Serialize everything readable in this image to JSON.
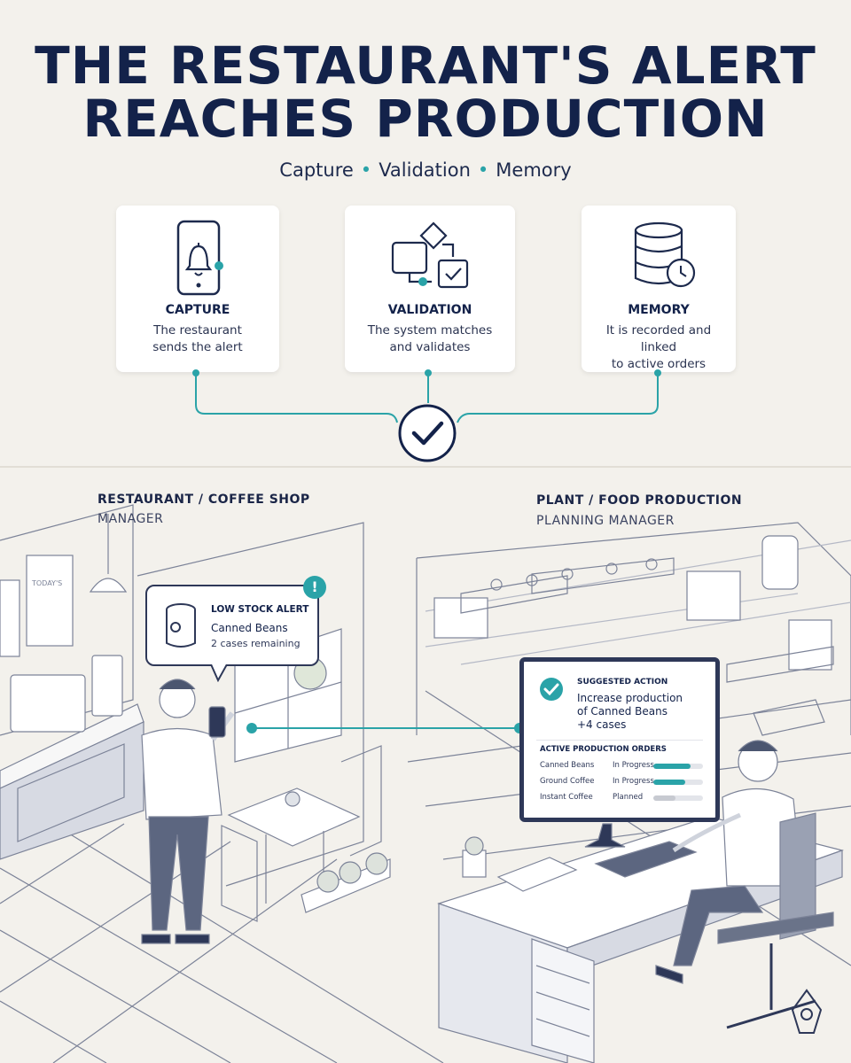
{
  "header": {
    "title_line1": "THE RESTAURANT'S ALERT",
    "title_line2": "REACHES PRODUCTION",
    "steps": [
      "Capture",
      "Validation",
      "Memory"
    ]
  },
  "cards": [
    {
      "title": "CAPTURE",
      "line1": "The restaurant",
      "line2": "sends the alert",
      "icon": "phone-bell-icon"
    },
    {
      "title": "VALIDATION",
      "line1": "The system matches",
      "line2": "and validates",
      "icon": "flow-check-icon"
    },
    {
      "title": "MEMORY",
      "line1": "It is recorded and linked",
      "line2": "to active orders",
      "icon": "database-clock-icon"
    }
  ],
  "restaurant": {
    "title": "RESTAURANT / COFFEE SHOP",
    "role": "MANAGER",
    "board_text": "TODAY'S",
    "alert": {
      "heading": "LOW STOCK ALERT",
      "item": "Canned Beans",
      "remaining": "2 cases remaining",
      "badge": "!"
    }
  },
  "plant": {
    "title": "PLANT / FOOD PRODUCTION",
    "role": "PLANNING MANAGER",
    "suggested": {
      "heading": "SUGGESTED ACTION",
      "line1": "Increase production",
      "line2": "of Canned Beans",
      "line3": "+4 cases"
    },
    "orders_heading": "ACTIVE PRODUCTION ORDERS",
    "orders": [
      {
        "name": "Canned Beans",
        "status": "In Progress",
        "progress": 0.75,
        "color": "#2aa3a8"
      },
      {
        "name": "Ground Coffee",
        "status": "In Progress",
        "progress": 0.65,
        "color": "#2aa3a8"
      },
      {
        "name": "Instant Coffee",
        "status": "Planned",
        "progress": 0.45,
        "color": "#c7cad1"
      }
    ]
  },
  "colors": {
    "accent": "#2aa3a8",
    "navy": "#13224a",
    "background": "#f3f1ec"
  }
}
